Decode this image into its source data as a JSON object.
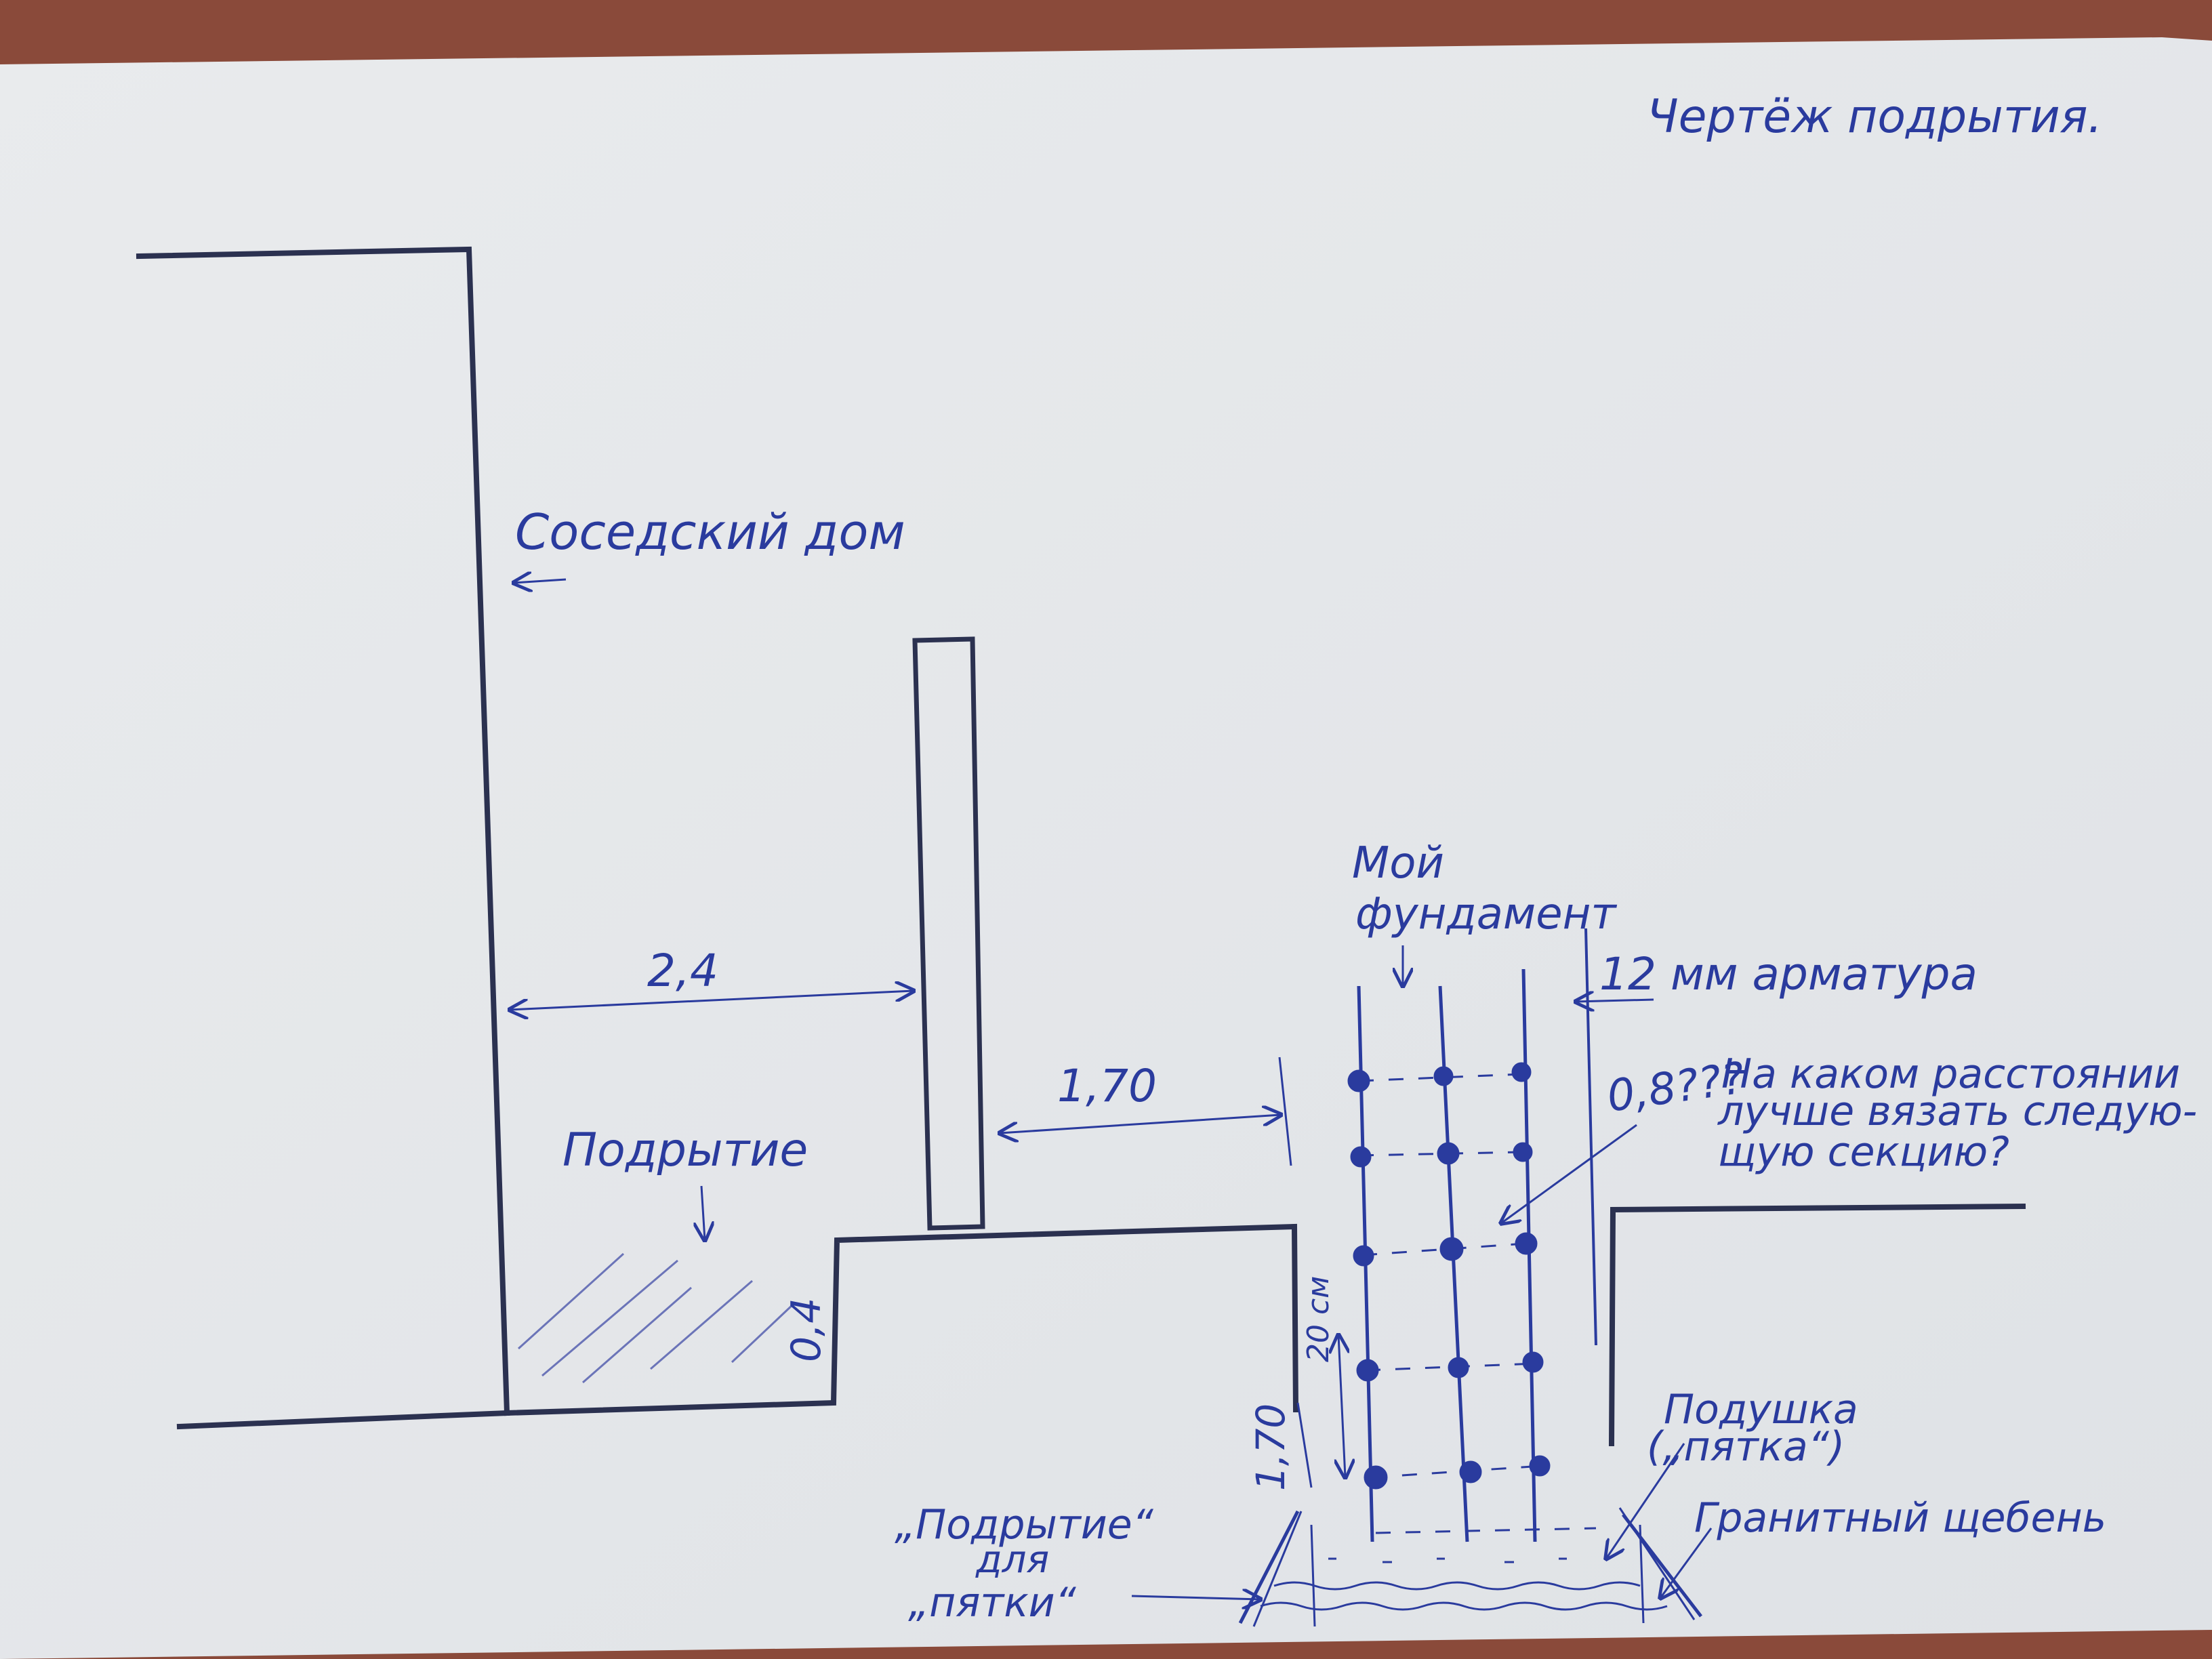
{
  "title": "Чертёж подрытия.",
  "labels": {
    "neighbor_house": "Соседский дом",
    "my_foundation_line1": "Мой",
    "my_foundation_line2": "фундамент",
    "rebar": "12 мм арматура",
    "dim_24": "2,4",
    "dim_170_top": "1,70",
    "dim_170_side": "1,70",
    "dim_04": "0,4",
    "dim_08": "0,8???",
    "dim_20cm": "20 см",
    "undermining": "Подрытие",
    "question_line1": "На каком расстоянии",
    "question_line2": "лучше вязать следую-",
    "question_line3": "щую секцию?",
    "cushion_line1": "Подушка",
    "cushion_line2": "(„пятка“)",
    "gravel": "Гранитный щебень",
    "heel_dig_line1": "„Подрытие“",
    "heel_dig_line2": "для",
    "heel_dig_line3": "„пятки“"
  },
  "colors": {
    "ink": "#2a3b9e",
    "structure": "#2b3150",
    "paper": "#e6e8ea",
    "background": "#8a4a3a"
  }
}
